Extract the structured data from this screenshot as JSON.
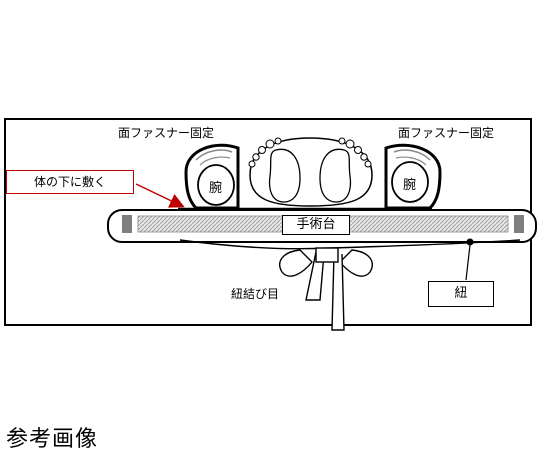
{
  "diagram": {
    "label_fastener_left": "面ファスナー固定",
    "label_fastener_right": "面ファスナー固定",
    "label_arm_left": "腕",
    "label_arm_right": "腕",
    "label_under_body": "体の下に敷く",
    "label_table": "手術台",
    "label_knot": "紐結び目",
    "label_strap": "紐"
  },
  "caption": "参考画像",
  "colors": {
    "callout_border": "#c00000",
    "arrow": "#c00000",
    "pad_fill": "#d9d9d9",
    "pad_end": "#808080"
  }
}
